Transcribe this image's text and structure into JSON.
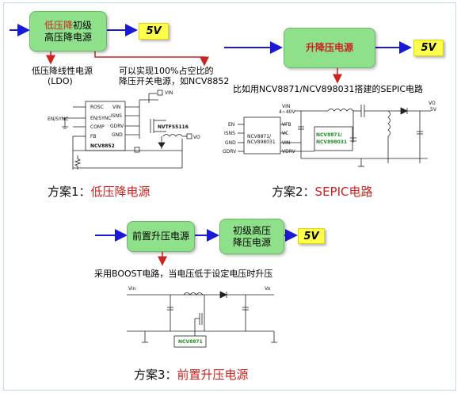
{
  "scheme1": {
    "box_red": "低压降",
    "box_rest_line1": "初级",
    "box_line2": "高压降电源",
    "output": "5V",
    "note_ldo_line1": "低压降线性电源",
    "note_ldo_line2": "(LDO)",
    "note_switch_line1": "可以实现100%占空比的",
    "note_switch_line2": "降压开关电源，如NCV8852",
    "chip": "NCV8852",
    "mosfet": "NVTFS5116",
    "pins_left": [
      "ROSC",
      "EN/SYNC",
      "COMP",
      "FB"
    ],
    "pins_right": [
      "VIN",
      "ISNS",
      "GDRV",
      "GND"
    ],
    "ext_labels": [
      "EN/SYNC",
      "VIN",
      "VO"
    ],
    "caption_prefix": "方案1：",
    "caption_highlight": "低压降电源"
  },
  "scheme2": {
    "box": "升降压电源",
    "output": "5V",
    "note": "比如用NCV8871/NCV898031搭建的SEPIC电路",
    "vin_label": "VIN",
    "vin_range": "4~40V",
    "vo_label": "VO",
    "vo_value": "5V",
    "chip_line1": "NCV8871/",
    "chip_line2": "NCV898031",
    "pins_left": [
      "EN",
      "ISNS",
      "GND",
      "GDRV"
    ],
    "pins_right": [
      "VFB",
      "VC",
      "VIN",
      "VDRV"
    ],
    "caption_prefix": "方案2：",
    "caption_highlight": "SEPIC电路"
  },
  "scheme3": {
    "box_front": "前置升压电源",
    "box_main_line1": "初级高压",
    "box_main_line2": "降压电源",
    "output": "5V",
    "note": "采用BOOST电路，当电压低于设定电压时升压",
    "vin_label": "Vin",
    "vo_label": "Vo",
    "chip": "NCV8871",
    "caption_prefix": "方案3：",
    "caption_highlight": "前置升压电源"
  },
  "colors": {
    "box_fill": "#8fe08a",
    "output_fill": "#ffff4d",
    "arrow_blue": "#1a1ad6",
    "arrow_red": "#cc2222",
    "highlight_text": "#cc2222"
  }
}
